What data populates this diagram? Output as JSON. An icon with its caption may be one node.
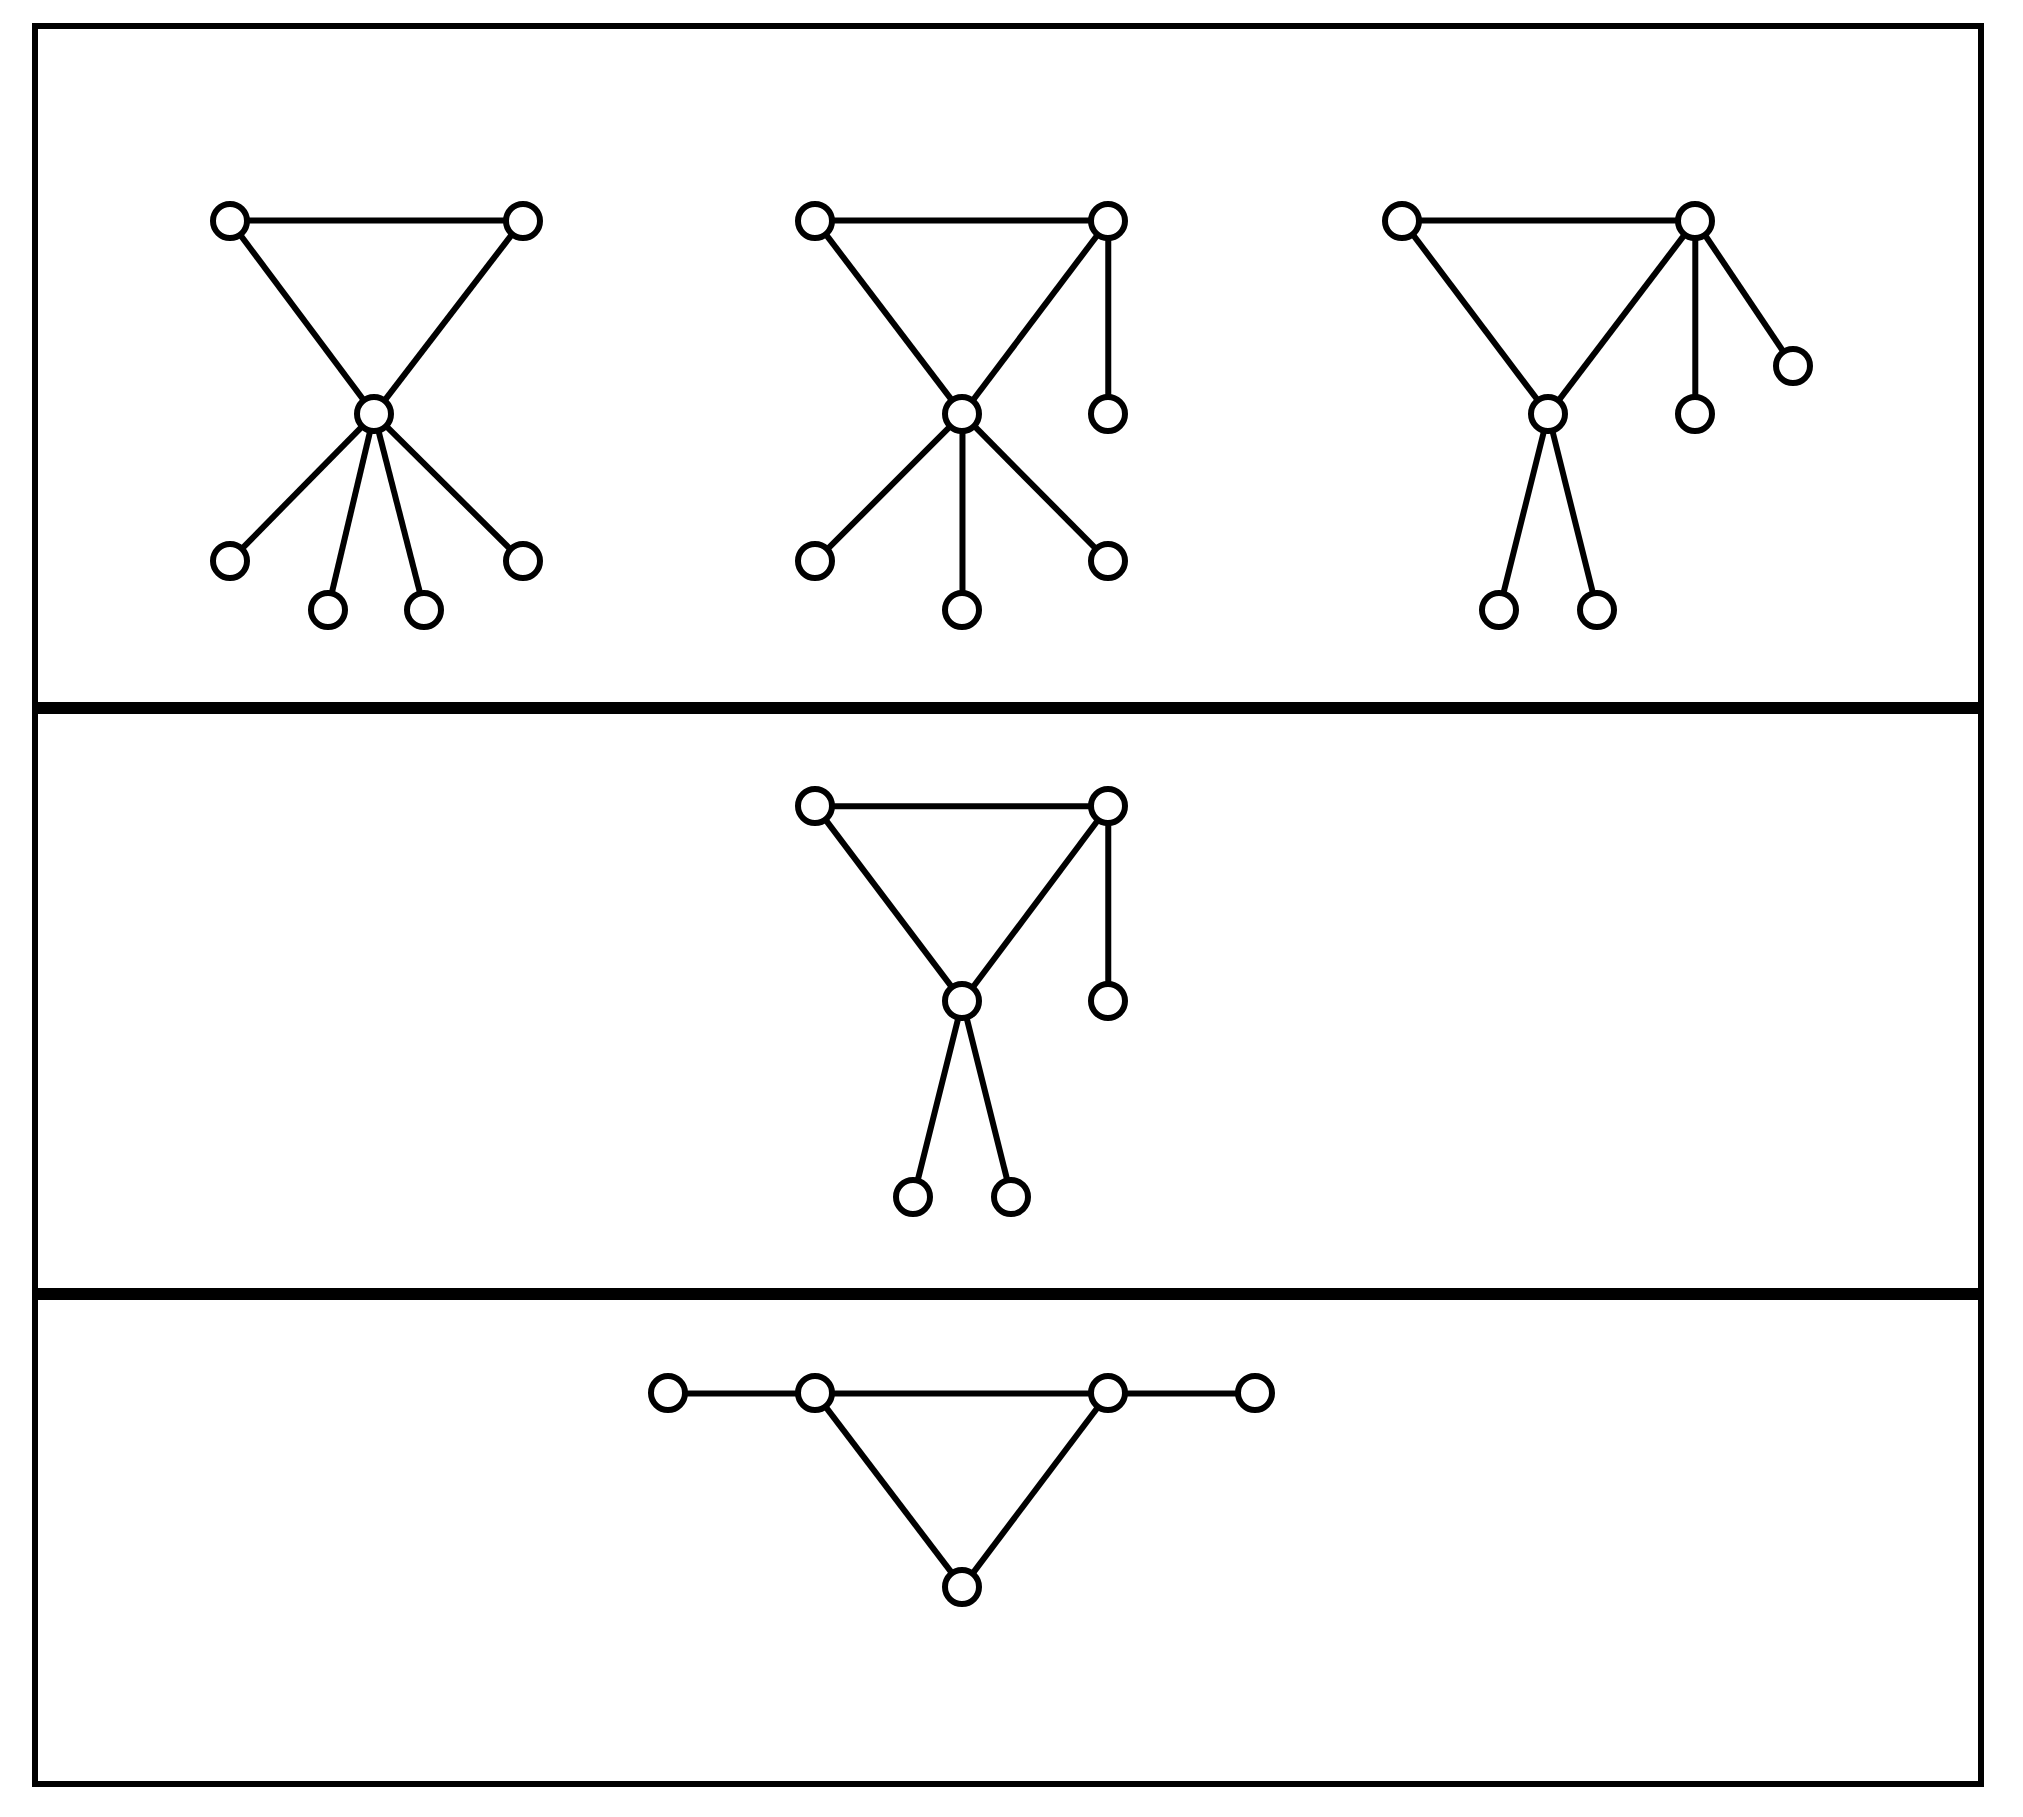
{
  "diagram": {
    "nodes": [
      {
        "text": [],
        "shape": "box"
      },
      {
        "text": [],
        "shape": "circle",
        "in": 0
      },
      {
        "text": [],
        "shape": "circle",
        "in": 0
      },
      {
        "text": [],
        "shape": "circle",
        "in": 0
      },
      {
        "text": [],
        "shape": "circle",
        "in": 0
      },
      {
        "text": [],
        "shape": "circle",
        "in": 0
      },
      {
        "text": [],
        "shape": "circle",
        "in": 0
      },
      {
        "text": [],
        "shape": "circle",
        "in": 0
      },
      {
        "text": [],
        "shape": "circle",
        "in": 0
      },
      {
        "text": [],
        "shape": "circle",
        "in": 0
      },
      {
        "text": [],
        "shape": "circle",
        "in": 0
      },
      {
        "text": [],
        "shape": "circle",
        "in": 0
      },
      {
        "text": [],
        "shape": "circle",
        "in": 0
      },
      {
        "text": [],
        "shape": "circle",
        "in": 0
      },
      {
        "text": [],
        "shape": "circle",
        "in": 0
      },
      {
        "text": [],
        "shape": "circle",
        "in": 0
      },
      {
        "text": [],
        "shape": "circle",
        "in": 0
      },
      {
        "text": [],
        "shape": "circle",
        "in": 0
      },
      {
        "text": [],
        "shape": "circle",
        "in": 0
      },
      {
        "text": [],
        "shape": "circle",
        "in": 0
      },
      {
        "text": [],
        "shape": "circle",
        "in": 0
      },
      {
        "text": [],
        "shape": "circle",
        "in": 0
      },
      {
        "text": [],
        "shape": "box"
      },
      {
        "text": [],
        "shape": "circle",
        "in": 22
      },
      {
        "text": [],
        "shape": "circle",
        "in": 22
      },
      {
        "text": [],
        "shape": "circle",
        "in": 22
      },
      {
        "text": [],
        "shape": "circle",
        "in": 22
      },
      {
        "text": [],
        "shape": "circle",
        "in": 22
      },
      {
        "text": [],
        "shape": "circle",
        "in": 22
      },
      {
        "text": [],
        "shape": "box"
      },
      {
        "text": [],
        "shape": "circle",
        "in": 29
      },
      {
        "text": [],
        "shape": "circle",
        "in": 29
      },
      {
        "text": [],
        "shape": "circle",
        "in": 29
      },
      {
        "text": [],
        "shape": "circle",
        "in": 29
      },
      {
        "text": [],
        "shape": "circle",
        "in": 29
      }
    ],
    "edges": [
      {
        "from": 1,
        "to": 2,
        "arrow": "none"
      },
      {
        "from": 1,
        "to": 3,
        "arrow": "none"
      },
      {
        "from": 2,
        "to": 3,
        "arrow": "none"
      },
      {
        "from": 3,
        "to": 4,
        "arrow": "none"
      },
      {
        "from": 3,
        "to": 5,
        "arrow": "none"
      },
      {
        "from": 3,
        "to": 6,
        "arrow": "none"
      },
      {
        "from": 3,
        "to": 7,
        "arrow": "none"
      },
      {
        "from": 8,
        "to": 9,
        "arrow": "none"
      },
      {
        "from": 8,
        "to": 10,
        "arrow": "none"
      },
      {
        "from": 9,
        "to": 10,
        "arrow": "none"
      },
      {
        "from": 9,
        "to": 11,
        "arrow": "none"
      },
      {
        "from": 10,
        "to": 12,
        "arrow": "none"
      },
      {
        "from": 10,
        "to": 13,
        "arrow": "none"
      },
      {
        "from": 10,
        "to": 14,
        "arrow": "none"
      },
      {
        "from": 15,
        "to": 16,
        "arrow": "none"
      },
      {
        "from": 15,
        "to": 17,
        "arrow": "none"
      },
      {
        "from": 16,
        "to": 17,
        "arrow": "none"
      },
      {
        "from": 16,
        "to": 18,
        "arrow": "none"
      },
      {
        "from": 16,
        "to": 19,
        "arrow": "none"
      },
      {
        "from": 17,
        "to": 20,
        "arrow": "none"
      },
      {
        "from": 17,
        "to": 21,
        "arrow": "none"
      },
      {
        "from": 23,
        "to": 24,
        "arrow": "none"
      },
      {
        "from": 23,
        "to": 25,
        "arrow": "none"
      },
      {
        "from": 24,
        "to": 25,
        "arrow": "none"
      },
      {
        "from": 24,
        "to": 26,
        "arrow": "none"
      },
      {
        "from": 25,
        "to": 27,
        "arrow": "none"
      },
      {
        "from": 25,
        "to": 28,
        "arrow": "none"
      },
      {
        "from": 30,
        "to": 31,
        "arrow": "none"
      },
      {
        "from": 31,
        "to": 32,
        "arrow": "none"
      },
      {
        "from": 32,
        "to": 33,
        "arrow": "none"
      },
      {
        "from": 31,
        "to": 34,
        "arrow": "none"
      },
      {
        "from": 32,
        "to": 34,
        "arrow": "none"
      }
    ]
  }
}
